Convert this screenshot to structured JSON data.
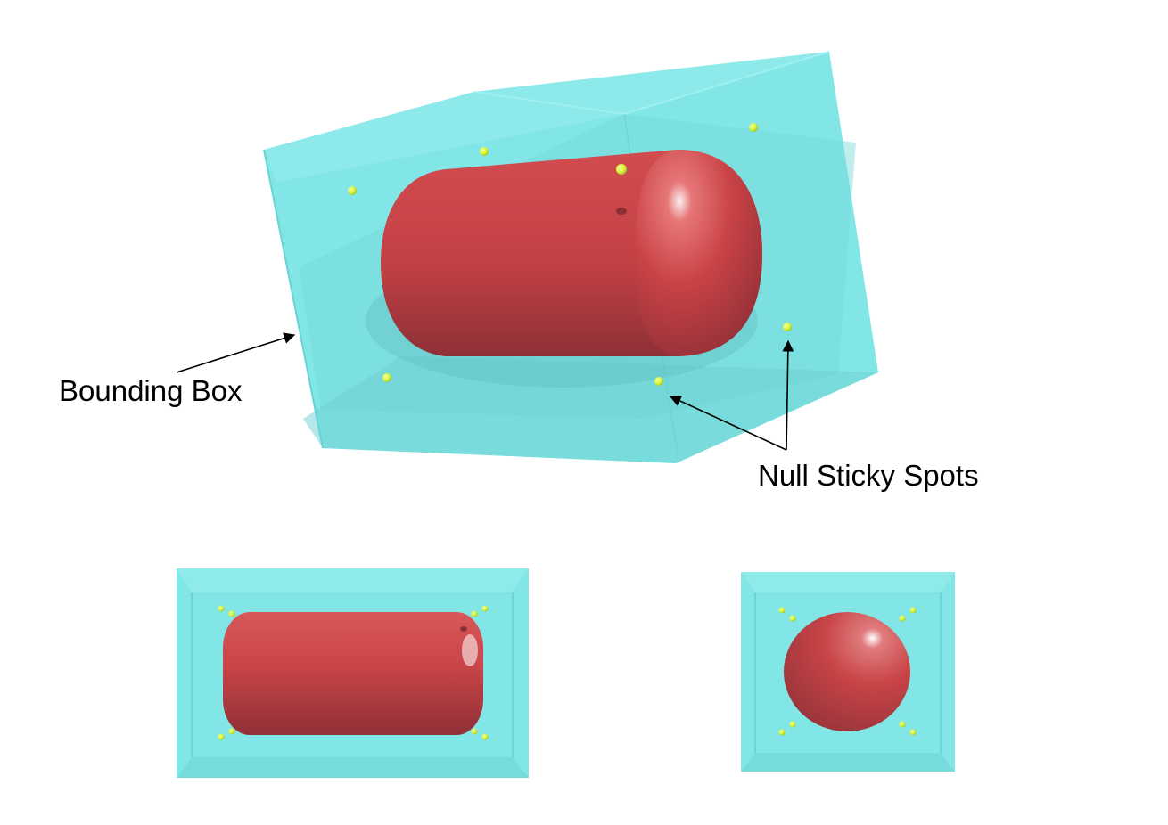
{
  "labels": {
    "bounding_box": "Bounding Box",
    "null_sticky_spots": "Null Sticky Spots"
  },
  "colors": {
    "bounding_box": "#7fe3e3",
    "bounding_box_edge": "#66d4d6",
    "cylinder": "#c94346",
    "cylinder_dark": "#8c2d33",
    "sticky_spot": "#d6f53a",
    "arrow": "#000000"
  },
  "views": [
    "perspective-view",
    "side-view",
    "end-view"
  ]
}
